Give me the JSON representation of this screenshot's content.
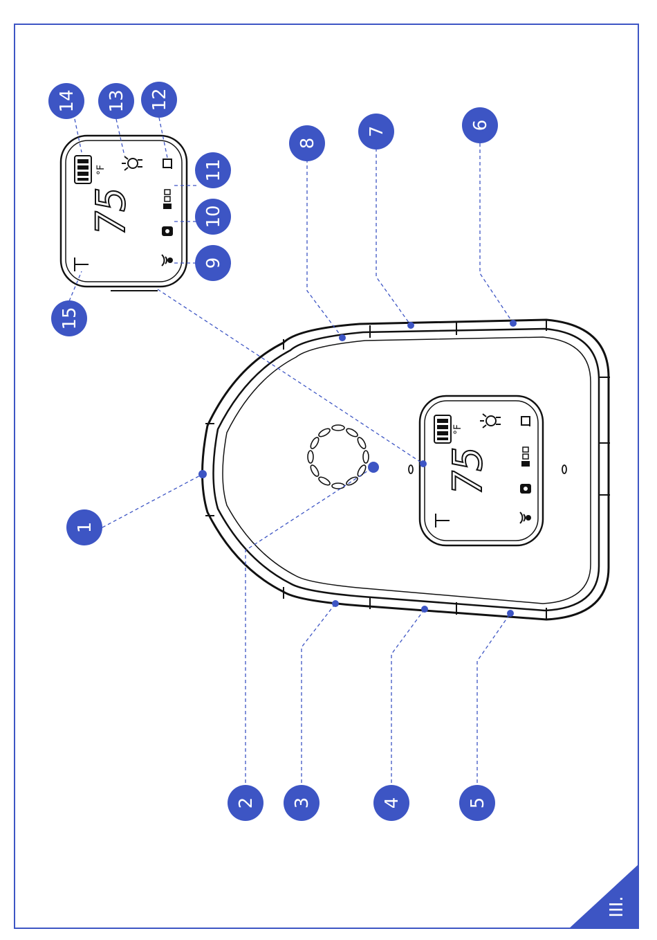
{
  "callouts": [
    {
      "id": "1",
      "label": "1"
    },
    {
      "id": "2",
      "label": "2"
    },
    {
      "id": "3",
      "label": "3"
    },
    {
      "id": "4",
      "label": "4"
    },
    {
      "id": "5",
      "label": "5"
    },
    {
      "id": "6",
      "label": "6"
    },
    {
      "id": "7",
      "label": "7"
    },
    {
      "id": "8",
      "label": "8"
    },
    {
      "id": "9",
      "label": "9"
    },
    {
      "id": "10",
      "label": "10"
    },
    {
      "id": "11",
      "label": "11"
    },
    {
      "id": "12",
      "label": "12"
    },
    {
      "id": "13",
      "label": "13"
    },
    {
      "id": "14",
      "label": "14"
    },
    {
      "id": "15",
      "label": "15"
    }
  ],
  "display": {
    "temperature": "75",
    "unit": "°F"
  },
  "corner_badge": {
    "glyph": "III."
  },
  "colors": {
    "accent": "#3d55c4",
    "ink": "#111111",
    "background": "#ffffff"
  },
  "icons": [
    "battery-icon",
    "light-bulb-icon",
    "alarm-clock-icon",
    "volume-icon",
    "cry-detection-icon",
    "wifi-signal-icon",
    "antenna-icon"
  ]
}
